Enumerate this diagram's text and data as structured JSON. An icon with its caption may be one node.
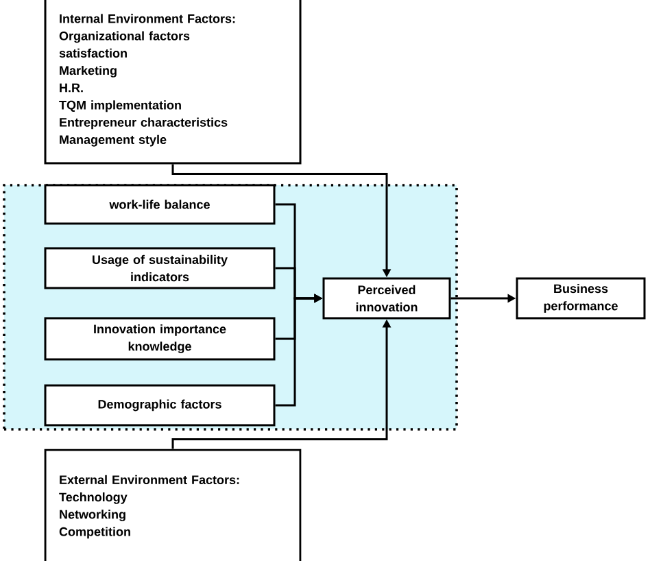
{
  "diagram": {
    "nodes": [
      {
        "text": [
          "Internal Environment Factors:",
          "Organizational factors",
          "satisfaction",
          "Marketing",
          "H.R.",
          "TQM implementation",
          "Entrepreneur characteristics",
          "Management style"
        ]
      },
      {
        "text": [],
        "shape": "box"
      },
      {
        "text": [
          "work-life  balance"
        ],
        "in": 1
      },
      {
        "text": [
          "Usage of sustainability indicators"
        ],
        "in": 1
      },
      {
        "text": [
          "Innovation importance knowledge"
        ],
        "in": 1
      },
      {
        "text": [
          "Demographic factors"
        ],
        "in": 1
      },
      {
        "text": [
          "Perceived innovation"
        ],
        "in": 1
      },
      {
        "text": [
          "Business performance"
        ]
      },
      {
        "text": [
          "External Environment Factors:",
          "Technology",
          "Networking",
          "Competition"
        ]
      }
    ],
    "edges": [
      {
        "from": 0,
        "to": 6,
        "arrow": "to"
      },
      {
        "from": 2,
        "to": 6,
        "arrow": "to"
      },
      {
        "from": 3,
        "to": 6,
        "arrow": "to"
      },
      {
        "from": 4,
        "to": 6,
        "arrow": "to"
      },
      {
        "from": 5,
        "to": 6,
        "arrow": "to"
      },
      {
        "from": 8,
        "to": 6,
        "arrow": "to"
      },
      {
        "from": 6,
        "to": 7,
        "arrow": "to"
      }
    ]
  }
}
